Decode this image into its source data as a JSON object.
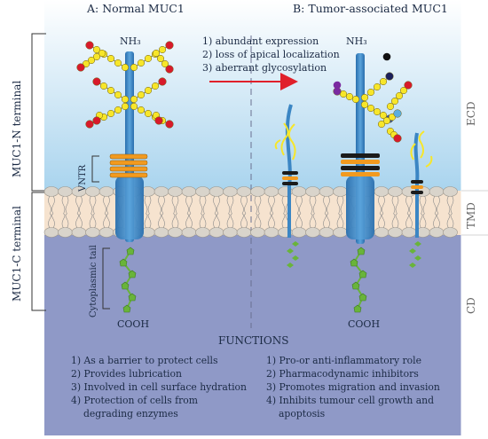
{
  "panel_a_title": "A: Normal MUC1",
  "panel_b_title": "B: Tumor-associated MUC1",
  "changes": [
    "1) abundant expression",
    "2) loss of apical localization",
    "3) aberrant glycosylation"
  ],
  "nh3_label": "NH₃",
  "cooh_label": "COOH",
  "vntr_label": "VNTR",
  "cytoplasmic_tail_label": "Cytoplasmic tail",
  "left_brackets": {
    "n_terminal": "MUC1-N terminal",
    "c_terminal": "MUC1-C terminal"
  },
  "right_regions": {
    "ecd": "ECD",
    "tmd": "TMD",
    "cd": "CD"
  },
  "functions_title": "FUNCTIONS",
  "functions_left": [
    "1) As a barrier to protect cells",
    "2) Provides lubrication",
    "3) Involved in cell surface hydration",
    "4) Protection of cells from",
    "degrading enzymes"
  ],
  "functions_right": [
    "1) Pro-or anti-inflammatory role",
    "2) Pharmacodynamic inhibitors",
    "3) Promotes migration and invasion",
    "4) Inhibits tumour cell growth and",
    "apoptosis"
  ],
  "colors": {
    "ecd_top": "#ffffff",
    "ecd_bottom": "#a9d4ee",
    "tmd": "#f6e3cf",
    "cd": "#8f99c7",
    "protein_blue": "#3b86c4",
    "glycan_yellow": "#f7e62a",
    "sialic_red": "#d81a2a",
    "vntr_orange": "#f29a1f",
    "arrow_red": "#e0202a",
    "cyto_green": "#69b43a",
    "lipid_head": "#d9d4cb"
  }
}
